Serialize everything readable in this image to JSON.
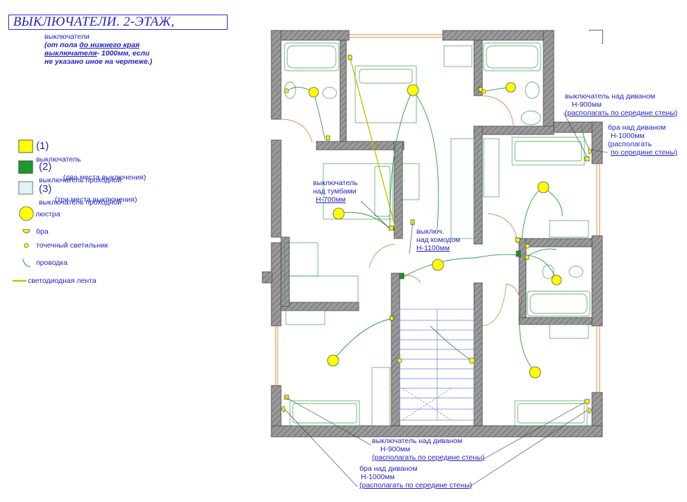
{
  "title": "ВЫКЛЮЧАТЕЛИ. 2-ЭТАЖ,",
  "intro": {
    "line1": "выключатели",
    "line2a": "(от пола ",
    "line2b": "до нижнего края",
    "line3a": "выключателя",
    "line3b": "- 1000мм, если",
    "line4": "не указано иное на чертеже.)"
  },
  "legend": {
    "item1_num": "(1)",
    "item1_label": "выключатель",
    "item2_num": "(2)",
    "item2_label": "выключатель проходной",
    "item2_sub": "(два места выключения)",
    "item3_num": "(3)",
    "item3_label": "выключатель проходной",
    "item3_sub": "(три места выключения)",
    "item4_label": "люстра",
    "item5_label": "бра",
    "item6_label": "точечный светильник",
    "item7_label": "проводка",
    "item8_label": "светодиодная лента"
  },
  "labels": {
    "a1": "выключатель над диваном",
    "a2": "Н-900мм",
    "a3": "(располагать по середине стены)",
    "b1": "бра над диваном",
    "b2": "Н-1000мм",
    "b3": "(располагать",
    "b4": "по середине стены)",
    "c1": "выключатель",
    "c2": "над тумбами",
    "c3": "Н-700мм",
    "d1": "выключ.",
    "d2": "над комодом",
    "d3": "Н-1100мм",
    "e1": "выключатель над диваном",
    "e2": "Н-900мм",
    "e3": "(располагать по середине стены)",
    "f1": "бра над диваном",
    "f2": "Н-1000мм",
    "f3": "(располагать по середине стены)"
  },
  "colors": {
    "switch": "#ffff00",
    "pass_switch": "#1a9a2a",
    "pass_switch3": "#ddf4f8",
    "wire": "#2a9a3a",
    "wall": "#8c8c8c",
    "text": "#1f1fc4",
    "led": "#c8c000"
  }
}
